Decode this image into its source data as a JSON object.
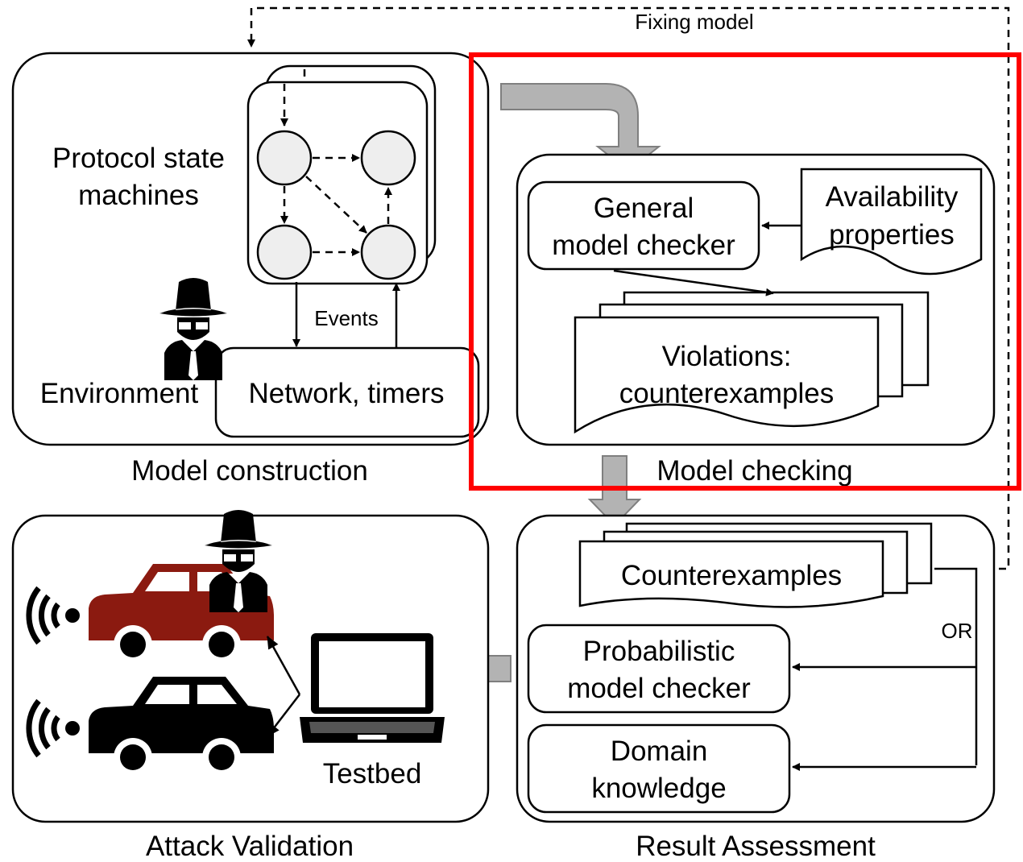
{
  "colors": {
    "highlight": "#ff0000",
    "car_top": "#8b1a10",
    "car_bottom": "#000000",
    "state_fill": "#eeeeee",
    "flow_arrow": "#b3b3b3"
  },
  "feedback": {
    "label": "Fixing model"
  },
  "model_construction": {
    "caption": "Model construction",
    "fsm_label": [
      "Protocol state",
      "machines"
    ],
    "events_label": "Events",
    "environment_label": "Environment",
    "network_label": "Network, timers"
  },
  "model_checking": {
    "caption": "Model checking",
    "checker_label": [
      "General",
      "model checker"
    ],
    "properties_label": [
      "Availability",
      "properties"
    ],
    "violations_label": [
      "Violations:",
      "counterexamples"
    ]
  },
  "result_assessment": {
    "caption": "Result Assessment",
    "counterexamples_label": "Counterexamples",
    "or_label": "OR",
    "probabilistic_label": [
      "Probabilistic",
      "model checker"
    ],
    "domain_label": [
      "Domain",
      "knowledge"
    ]
  },
  "attack_validation": {
    "caption": "Attack Validation",
    "testbed_label": "Testbed"
  }
}
